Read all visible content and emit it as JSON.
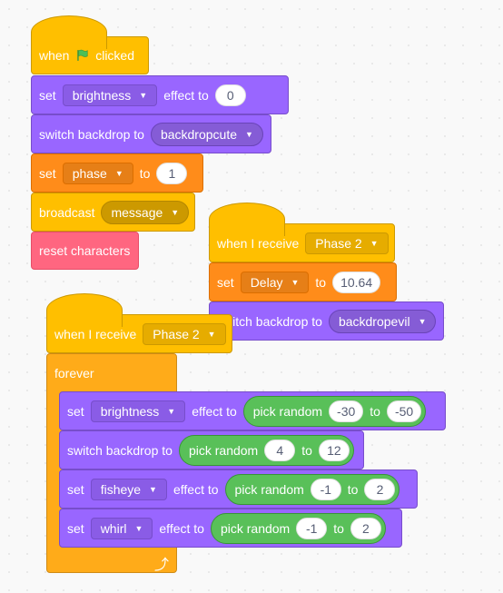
{
  "script1": {
    "hat": {
      "when": "when",
      "clicked": "clicked"
    },
    "brightness": {
      "set": "set",
      "effect": "brightness",
      "to": "effect to",
      "value": "0"
    },
    "switch_backdrop": {
      "label": "switch backdrop to",
      "backdrop": "backdropcute"
    },
    "set_phase": {
      "set": "set",
      "variable": "phase",
      "to": "to",
      "value": "1"
    },
    "broadcast": {
      "label": "broadcast",
      "message": "message"
    },
    "reset": {
      "label": "reset characters"
    }
  },
  "script2": {
    "hat": {
      "label": "when I receive",
      "message": "Phase 2"
    },
    "set_delay": {
      "set": "set",
      "variable": "Delay",
      "to": "to",
      "value": "10.64"
    },
    "switch_backdrop": {
      "label": "switch backdrop to",
      "backdrop": "backdropevil"
    }
  },
  "script3": {
    "hat": {
      "label": "when I receive",
      "message": "Phase 2"
    },
    "forever": {
      "label": "forever"
    },
    "brightness": {
      "set": "set",
      "effect": "brightness",
      "to": "effect to",
      "random": "pick random",
      "from": "-30",
      "rto": "to",
      "upto": "-50"
    },
    "switch_backdrop": {
      "label": "switch backdrop to",
      "random": "pick random",
      "from": "4",
      "rto": "to",
      "upto": "12"
    },
    "fisheye": {
      "set": "set",
      "effect": "fisheye",
      "to": "effect to",
      "random": "pick random",
      "from": "-1",
      "rto": "to",
      "upto": "2"
    },
    "whirl": {
      "set": "set",
      "effect": "whirl",
      "to": "effect to",
      "random": "pick random",
      "from": "-1",
      "rto": "to",
      "upto": "2"
    }
  },
  "colors": {
    "events": "#ffbf00",
    "looks": "#9966ff",
    "data": "#ff8c1a",
    "control": "#ffab19",
    "custom": "#ff6680",
    "operators": "#59c059"
  }
}
